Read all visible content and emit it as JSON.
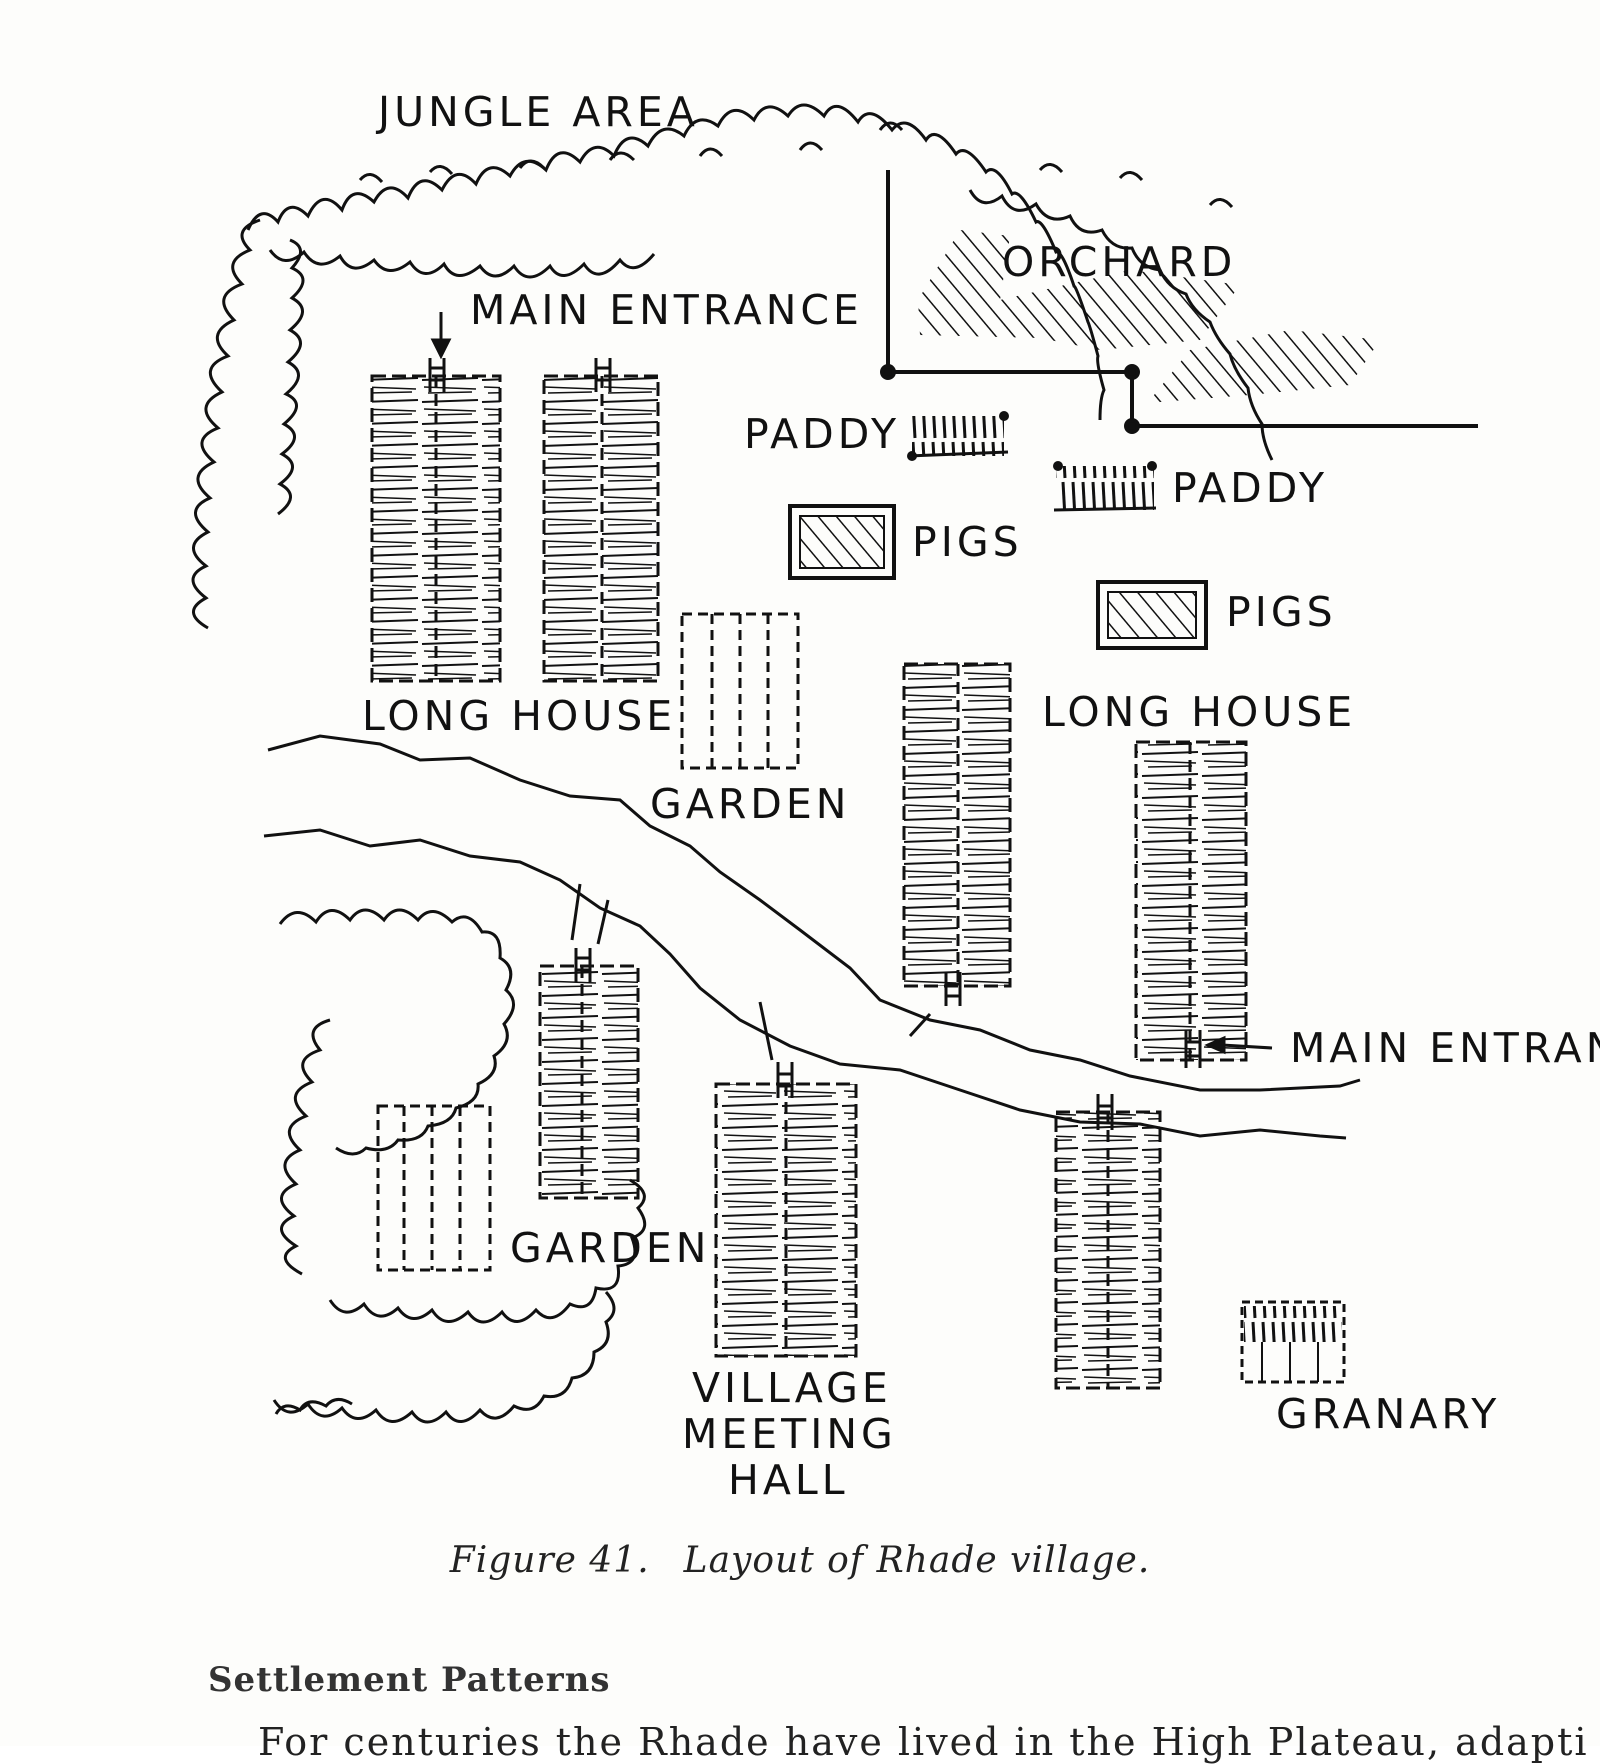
{
  "diagram": {
    "labels": {
      "jungle_area": "JUNGLE AREA",
      "main_entrance_top": "MAIN ENTRANCE",
      "orchard": "ORCHARD",
      "paddy_1": "PADDY",
      "paddy_2": "PADDY",
      "pigs_1": "PIGS",
      "pigs_2": "PIGS",
      "long_house_left": "LONG HOUSE",
      "long_house_right": "LONG HOUSE",
      "garden_top": "GARDEN",
      "garden_bottom": "GARDEN",
      "main_entrance_right": "MAIN ENTRAN",
      "village_meeting_hall_line1": "VILLAGE",
      "village_meeting_hall_line2": "MEETING",
      "village_meeting_hall_line3": "HALL",
      "granary": "GRANARY"
    }
  },
  "caption": {
    "figure_number": "Figure 41.",
    "text": "Layout of Rhade village."
  },
  "section": {
    "heading": "Settlement Patterns",
    "body_start": "For centuries the Rhade have lived in the High Plateau, adapti"
  }
}
